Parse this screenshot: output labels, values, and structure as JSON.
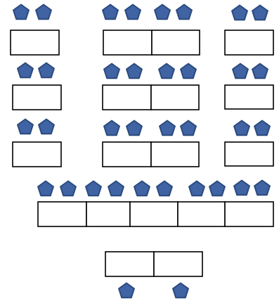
{
  "colors": {
    "pentagon_fill": "#3f63a3",
    "pentagon_stroke": "#2c4a7e",
    "box_stroke": "#000000",
    "box_fill": "#ffffff"
  },
  "icons": {
    "pentagon": "pentagon-icon"
  },
  "groups": [
    {
      "name": "row-1-single-left",
      "boxes": 1,
      "pentagons": 2
    },
    {
      "name": "row-1-double-middle",
      "boxes": 2,
      "pentagons": 4
    },
    {
      "name": "row-1-single-right",
      "boxes": 1,
      "pentagons": 2
    },
    {
      "name": "row-2-single-left",
      "boxes": 1,
      "pentagons": 2
    },
    {
      "name": "row-2-double-middle",
      "boxes": 2,
      "pentagons": 4
    },
    {
      "name": "row-2-single-right",
      "boxes": 1,
      "pentagons": 2
    },
    {
      "name": "row-3-single-left",
      "boxes": 1,
      "pentagons": 2
    },
    {
      "name": "row-3-double-middle",
      "boxes": 2,
      "pentagons": 4
    },
    {
      "name": "row-3-single-right",
      "boxes": 1,
      "pentagons": 2
    },
    {
      "name": "row-4-five-boxes",
      "boxes": 5,
      "pentagons": 10
    },
    {
      "name": "row-5-double-bottom",
      "boxes": 2,
      "pentagons": 2
    }
  ]
}
